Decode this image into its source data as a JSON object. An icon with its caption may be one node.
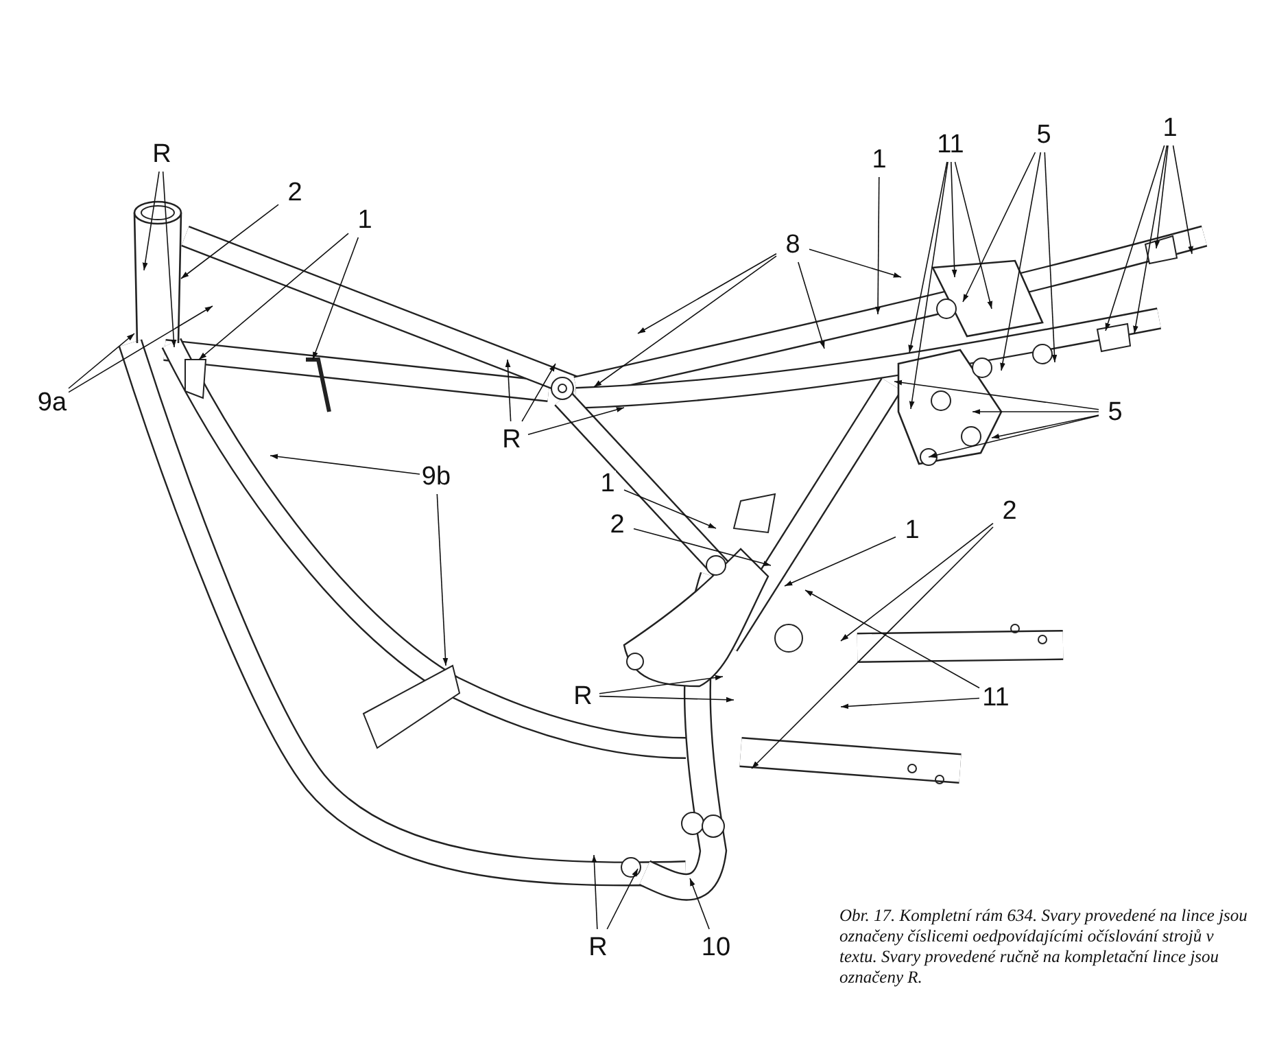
{
  "diagram": {
    "caption": "Obr. 17. Kompletní rám 634. Svary provedené na lince jsou označeny číslicemi oedpovídajícími očíslování strojů v textu. Svary provedené ručně na kompletační lince jsou označeny R.",
    "nodes": [
      {
        "text": [
          "R"
        ]
      },
      {
        "text": [
          "2"
        ]
      },
      {
        "text": [
          "1"
        ]
      },
      {
        "text": [
          "9a"
        ]
      },
      {
        "text": [
          "R"
        ]
      },
      {
        "text": [
          "9b"
        ]
      },
      {
        "text": [
          "8"
        ]
      },
      {
        "text": [
          "1"
        ]
      },
      {
        "text": [
          "11"
        ]
      },
      {
        "text": [
          "5"
        ]
      },
      {
        "text": [
          "1"
        ]
      },
      {
        "text": [
          "5"
        ]
      },
      {
        "text": [
          "1"
        ]
      },
      {
        "text": [
          "2"
        ]
      },
      {
        "text": [
          "1"
        ]
      },
      {
        "text": [
          "2"
        ]
      },
      {
        "text": [
          "11"
        ]
      },
      {
        "text": [
          "R"
        ]
      },
      {
        "text": [
          "R"
        ]
      },
      {
        "text": [
          "10"
        ]
      }
    ],
    "edges": [
      {
        "from": 0,
        "to": null,
        "arrow": "to"
      },
      {
        "from": 0,
        "to": null,
        "arrow": "to"
      },
      {
        "from": 1,
        "to": null,
        "arrow": "to"
      },
      {
        "from": 2,
        "to": null,
        "arrow": "to"
      },
      {
        "from": 2,
        "to": null,
        "arrow": "to"
      },
      {
        "from": 3,
        "to": null,
        "arrow": "to"
      },
      {
        "from": 3,
        "to": null,
        "arrow": "to"
      },
      {
        "from": 4,
        "to": null,
        "arrow": "to"
      },
      {
        "from": 4,
        "to": null,
        "arrow": "to"
      },
      {
        "from": 4,
        "to": null,
        "arrow": "to"
      },
      {
        "from": 5,
        "to": null,
        "arrow": "to"
      },
      {
        "from": 5,
        "to": null,
        "arrow": "to"
      },
      {
        "from": 6,
        "to": null,
        "arrow": "to"
      },
      {
        "from": 6,
        "to": null,
        "arrow": "to"
      },
      {
        "from": 6,
        "to": null,
        "arrow": "to"
      },
      {
        "from": 6,
        "to": null,
        "arrow": "to"
      },
      {
        "from": 7,
        "to": null,
        "arrow": "to"
      },
      {
        "from": 8,
        "to": null,
        "arrow": "to"
      },
      {
        "from": 8,
        "to": null,
        "arrow": "to"
      },
      {
        "from": 8,
        "to": null,
        "arrow": "to"
      },
      {
        "from": 8,
        "to": null,
        "arrow": "to"
      },
      {
        "from": 9,
        "to": null,
        "arrow": "to"
      },
      {
        "from": 9,
        "to": null,
        "arrow": "to"
      },
      {
        "from": 9,
        "to": null,
        "arrow": "to"
      },
      {
        "from": 10,
        "to": null,
        "arrow": "to"
      },
      {
        "from": 10,
        "to": null,
        "arrow": "to"
      },
      {
        "from": 10,
        "to": null,
        "arrow": "to"
      },
      {
        "from": 10,
        "to": null,
        "arrow": "to"
      },
      {
        "from": 11,
        "to": null,
        "arrow": "to"
      },
      {
        "from": 11,
        "to": null,
        "arrow": "to"
      },
      {
        "from": 11,
        "to": null,
        "arrow": "to"
      },
      {
        "from": 11,
        "to": null,
        "arrow": "to"
      },
      {
        "from": 12,
        "to": null,
        "arrow": "to"
      },
      {
        "from": 13,
        "to": null,
        "arrow": "to"
      },
      {
        "from": 14,
        "to": null,
        "arrow": "to"
      },
      {
        "from": 15,
        "to": null,
        "arrow": "to"
      },
      {
        "from": 15,
        "to": null,
        "arrow": "to"
      },
      {
        "from": 16,
        "to": null,
        "arrow": "to"
      },
      {
        "from": 16,
        "to": null,
        "arrow": "to"
      },
      {
        "from": 17,
        "to": null,
        "arrow": "to"
      },
      {
        "from": 17,
        "to": null,
        "arrow": "to"
      },
      {
        "from": 18,
        "to": null,
        "arrow": "to"
      },
      {
        "from": 18,
        "to": null,
        "arrow": "to"
      },
      {
        "from": 19,
        "to": null,
        "arrow": "to"
      }
    ]
  }
}
